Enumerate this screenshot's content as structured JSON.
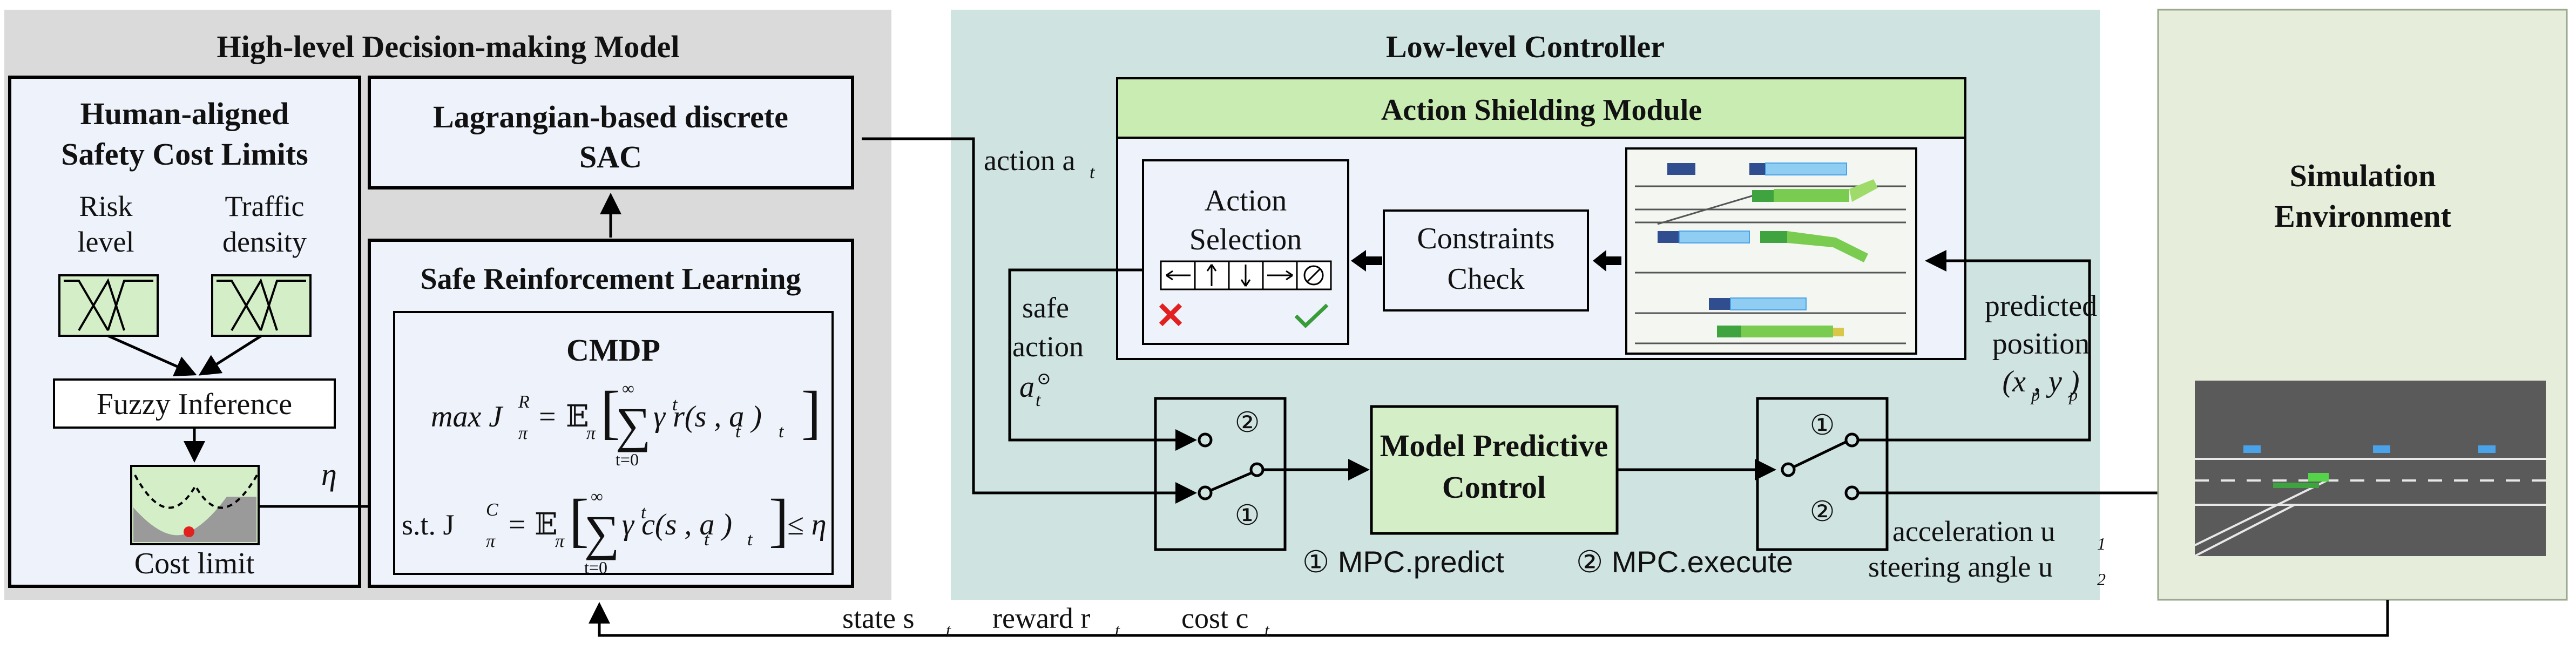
{
  "colors": {
    "high_panel": "#dadada",
    "low_panel": "#cfe3e1",
    "sim_panel": "#e6eedb",
    "blue_box": "#eef2fb",
    "green_box": "#d4eec7",
    "ash_header": "#c9ecb3",
    "road": "#5a5a5a",
    "vehicle": "#4aa3e8",
    "red_x": "#e32020",
    "check": "#3a9b3a"
  },
  "high_level": {
    "title": "High-level Decision-making Model",
    "human_box": {
      "title_line1": "Human-aligned",
      "title_line2": "Safety Cost Limits",
      "risk_line1": "Risk",
      "risk_line2": "level",
      "traffic_line1": "Traffic",
      "traffic_line2": "density",
      "fuzzy": "Fuzzy Inference",
      "cost_limit": "Cost limit",
      "eta": "η"
    },
    "sac_line1": "Lagrangian-based discrete",
    "sac_line2": "SAC",
    "srl_title": "Safe Reinforcement Learning",
    "cmdp": "CMDP",
    "eq_max": "max J",
    "eq_st": "s.t. J",
    "eq_e": "𝔼",
    "eq_reward_body": "γ r(s , a )",
    "eq_cost_body": "γ c(s , a )",
    "sum_lower": "t=0",
    "sum_upper": "∞",
    "leq_eta": "≤ η"
  },
  "low_level": {
    "title": "Low-level Controller",
    "ash_title": "Action Shielding Module",
    "action_label": "action a",
    "action_sub": "t",
    "action_selection_line1": "Action",
    "action_selection_line2": "Selection",
    "constraints_line1": "Constraints",
    "constraints_line2": "Check",
    "safe_line1": "safe",
    "safe_line2": "action",
    "safe_sym": "a",
    "safe_sub": "t",
    "safe_sup": "⊙",
    "mpc_line1": "Model Predictive",
    "mpc_line2": "Control",
    "legend1": "① MPC.predict",
    "legend2": "② MPC.execute",
    "switch_one": "①",
    "switch_two": "②"
  },
  "simulation": {
    "title_line1": "Simulation",
    "title_line2": "Environment"
  },
  "predicted": {
    "line1": "predicted",
    "line2": "position",
    "line3": "(x , y )",
    "sub": "p"
  },
  "outputs": {
    "acceleration": "acceleration u",
    "acc_sub": "1",
    "steering": "steering angle u",
    "steer_sub": "2"
  },
  "feedback": {
    "state": "state s",
    "reward": "reward r",
    "cost": "cost c",
    "sub": "t"
  }
}
